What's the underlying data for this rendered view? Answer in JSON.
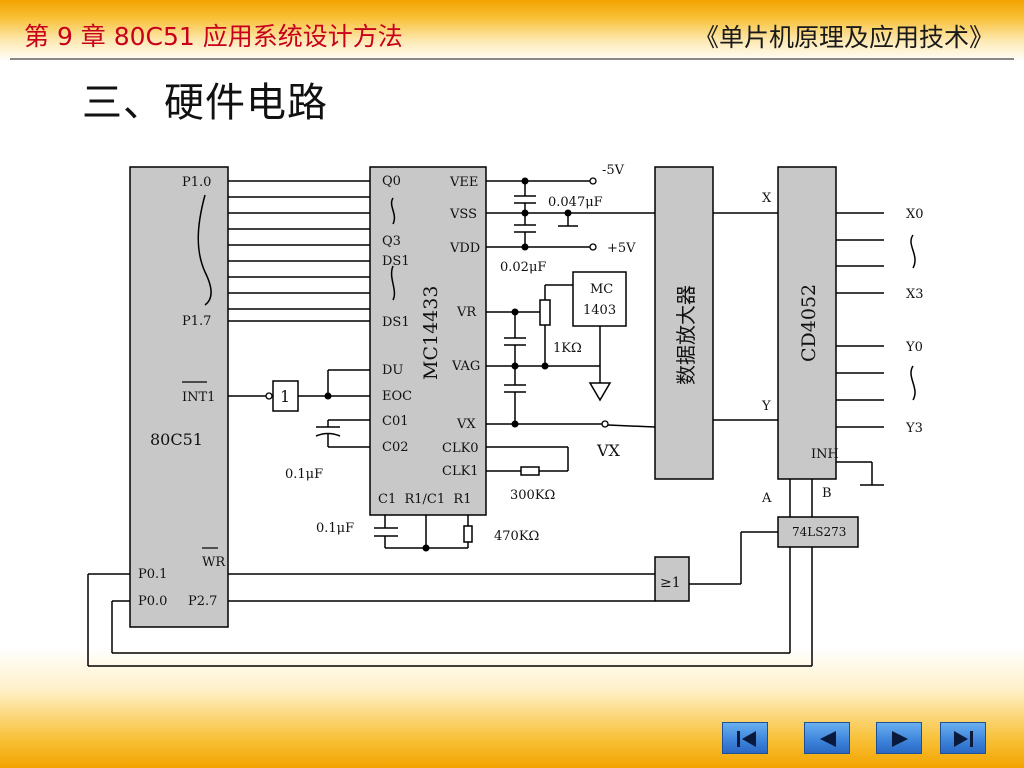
{
  "header": {
    "chapter": "第 9 章  80C51 应用系统设计方法",
    "book": "《单片机原理及应用技术》"
  },
  "page_title": "三、硬件电路",
  "diagram": {
    "mcu": {
      "name": "80C51",
      "p10": "P1.0",
      "p17": "P1.7",
      "int1": "INT1",
      "p01": "P0.1",
      "p00": "P0.0",
      "wr": "WR",
      "p27": "P2.7"
    },
    "adc": {
      "name": "MC14433",
      "q0": "Q0",
      "q3": "Q3",
      "ds1a": "DS1",
      "ds1b": "DS1",
      "du": "DU",
      "eoc": "EOC",
      "c01": "C01",
      "c02": "C02",
      "vee": "VEE",
      "vss": "VSS",
      "vdd": "VDD",
      "vr": "VR",
      "vag": "VAG",
      "vx": "VX",
      "clk0": "CLK0",
      "clk1": "CLK1",
      "bottom_pins": "C1  R1/C1  R1"
    },
    "inverter": "1",
    "or_gate": "≥1",
    "ref_chip": {
      "line1": "MC",
      "line2": "1403"
    },
    "amplifier": "数据放大器",
    "mux": {
      "name": "CD4052",
      "x": "X",
      "y": "Y",
      "inh": "INH",
      "a": "A",
      "b": "B"
    },
    "latch": "74LS273",
    "outputs": {
      "x0": "X0",
      "x3": "X3",
      "y0": "Y0",
      "y3": "Y3"
    },
    "labels": {
      "minus5v": "-5V",
      "plus5v": "+5V",
      "cap_0047": "0.047μF",
      "cap_002": "0.02μF",
      "cap_01a": "0.1μF",
      "cap_01b": "0.1μF",
      "res_1k": "1KΩ",
      "res_300k": "300KΩ",
      "res_470k": "470KΩ",
      "vx_in": "VX"
    }
  },
  "nav": {
    "first": "first-page-icon",
    "prev": "previous-page-icon",
    "next": "next-page-icon",
    "last": "last-page-icon"
  }
}
